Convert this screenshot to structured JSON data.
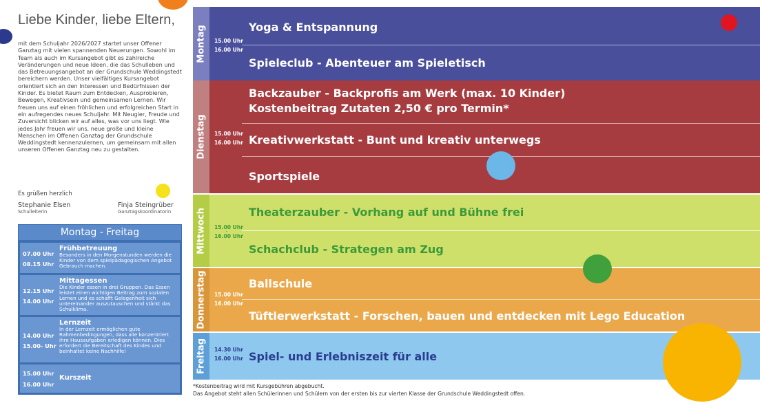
{
  "letter": {
    "greeting": "Liebe Kinder, liebe Eltern,",
    "intro": "mit dem Schuljahr 2026/2027 startet unser Offener Ganztag mit vielen spannenden Neuerungen. Sowohl im Team als auch im Kursangebot gibt es zahlreiche Veränderungen und neue Ideen, die das Schulleben und das Betreuungsangebot an der Grundschule Weddingstedt bereichern werden. Unser vielfältiges Kursangebot orientiert sich an den Interessen und Bedürfnissen der Kinder. Es bietet Raum zum Entdecken, Ausprobieren, Bewegen, Kreativsein und gemeinsamen Lernen. Wir freuen uns auf einen fröhlichen und erfolgreichen Start in ein aufregendes neues Schuljahr. Mit Neugier, Freude und Zuversicht blicken wir auf alles, was vor uns liegt. Wie jedes Jahr freuen wir uns, neue große und kleine Menschen im Offenen Ganztag der Grundschule Weddingstedt kennenzulernen, um gemeinsam mit allen unseren Offenen Ganztag neu zu gestalten.",
    "regards": "Es grüßen herzlich",
    "signatures": [
      {
        "name": "Stephanie Elsen",
        "role": "Schulleiterin"
      },
      {
        "name": "Finja Steingrüber",
        "role": "Ganztagskoordinatorin"
      }
    ]
  },
  "weekday_schedule": {
    "title": "Montag - Freitag",
    "rows": [
      {
        "time_start": "07.00 Uhr",
        "time_end": "08.15 Uhr",
        "heading": "Frühbetreuung",
        "desc": "Besonders in den Morgenstunden werden die Kinder von dem spielpädagogischen Angebot Gebrauch machen."
      },
      {
        "time_start": "12.15 Uhr",
        "time_end": "14.00 Uhr",
        "heading": "Mittagessen",
        "desc": "Die Kinder essen in drei Gruppen. Das Essen leistet einen wichtigen Beitrag zum sozialen Lernen und es schafft Gelegenheit sich untereinander auszutauschen und stärkt das Schulklima."
      },
      {
        "time_start": "14.00 Uhr",
        "time_end": "15.00- Uhr",
        "heading": "Lernzeit",
        "desc": "In der Lernzeit ermöglichen gute Rahmenbedingungen, dass alle konzentriert ihre Hausaufgaben erledigen können. Dies erfordert die Bereitschaft des Kindes und beinhaltet keine Nachhilfe!"
      },
      {
        "time_start": "15.00 Uhr",
        "time_end": "16.00 Uhr",
        "heading": "Kurszeit",
        "desc": ""
      }
    ]
  },
  "days": [
    {
      "name": "Montag",
      "time_start": "15.00 Uhr",
      "time_end": "16.00 Uhr",
      "tab_color": "#7b7fbf",
      "body_color": "#4a4f9c",
      "courses": [
        "Yoga & Entspannung",
        "Spieleclub - Abenteuer am Spieletisch"
      ]
    },
    {
      "name": "Dienstag",
      "time_start": "15.00 Uhr",
      "time_end": "16.00 Uhr",
      "tab_color": "#c08080",
      "body_color": "#a63c40",
      "courses": [
        "Backzauber - Backprofis am Werk (max. 10 Kinder)",
        "Kostenbeitrag Zutaten 2,50 € pro Termin*",
        "Kreativwerkstatt - Bunt und kreativ unterwegs",
        "Sportspiele"
      ]
    },
    {
      "name": "Mittwoch",
      "time_start": "15.00 Uhr",
      "time_end": "16.00 Uhr",
      "tab_color": "#b4cc46",
      "body_color": "#cfe06a",
      "courses": [
        "Theaterzauber - Vorhang auf und Bühne frei",
        "Schachclub - Strategen am Zug"
      ]
    },
    {
      "name": "Donnerstag",
      "time_start": "15.00 Uhr",
      "time_end": "16.00 Uhr",
      "tab_color": "#d8953a",
      "body_color": "#eaa84a",
      "courses": [
        "Ballschule",
        "Tüftlerwerkstatt - Forschen, bauen und entdecken mit Lego Education"
      ]
    },
    {
      "name": "Freitag",
      "time_start": "14.30 Uhr",
      "time_end": "16.00 Uhr",
      "tab_color": "#5d9fd6",
      "body_color": "#8ec8ee",
      "courses": [
        "Spiel- und Erlebniszeit für alle"
      ]
    }
  ],
  "footnotes": [
    "*Kostenbeitrag wird mit Kursgebühren abgebucht.",
    "Das Angebot steht allen Schülerinnen und Schülern von der ersten bis zur vierten Klasse der Grundschule Weddingstedt offen."
  ],
  "colors": {
    "dot_orange": "#f07f1e",
    "dot_navy": "#2b3a8c",
    "dot_yellow": "#f5e21a",
    "dot_red": "#e0151f",
    "dot_lightblue": "#6ab7e8",
    "dot_green": "#3fa03c",
    "dot_gold": "#f8b400",
    "mittwoch_text": "#3a9a3a",
    "donnerstag_text": "#ffffff",
    "freitag_text": "#2a3d8f"
  }
}
